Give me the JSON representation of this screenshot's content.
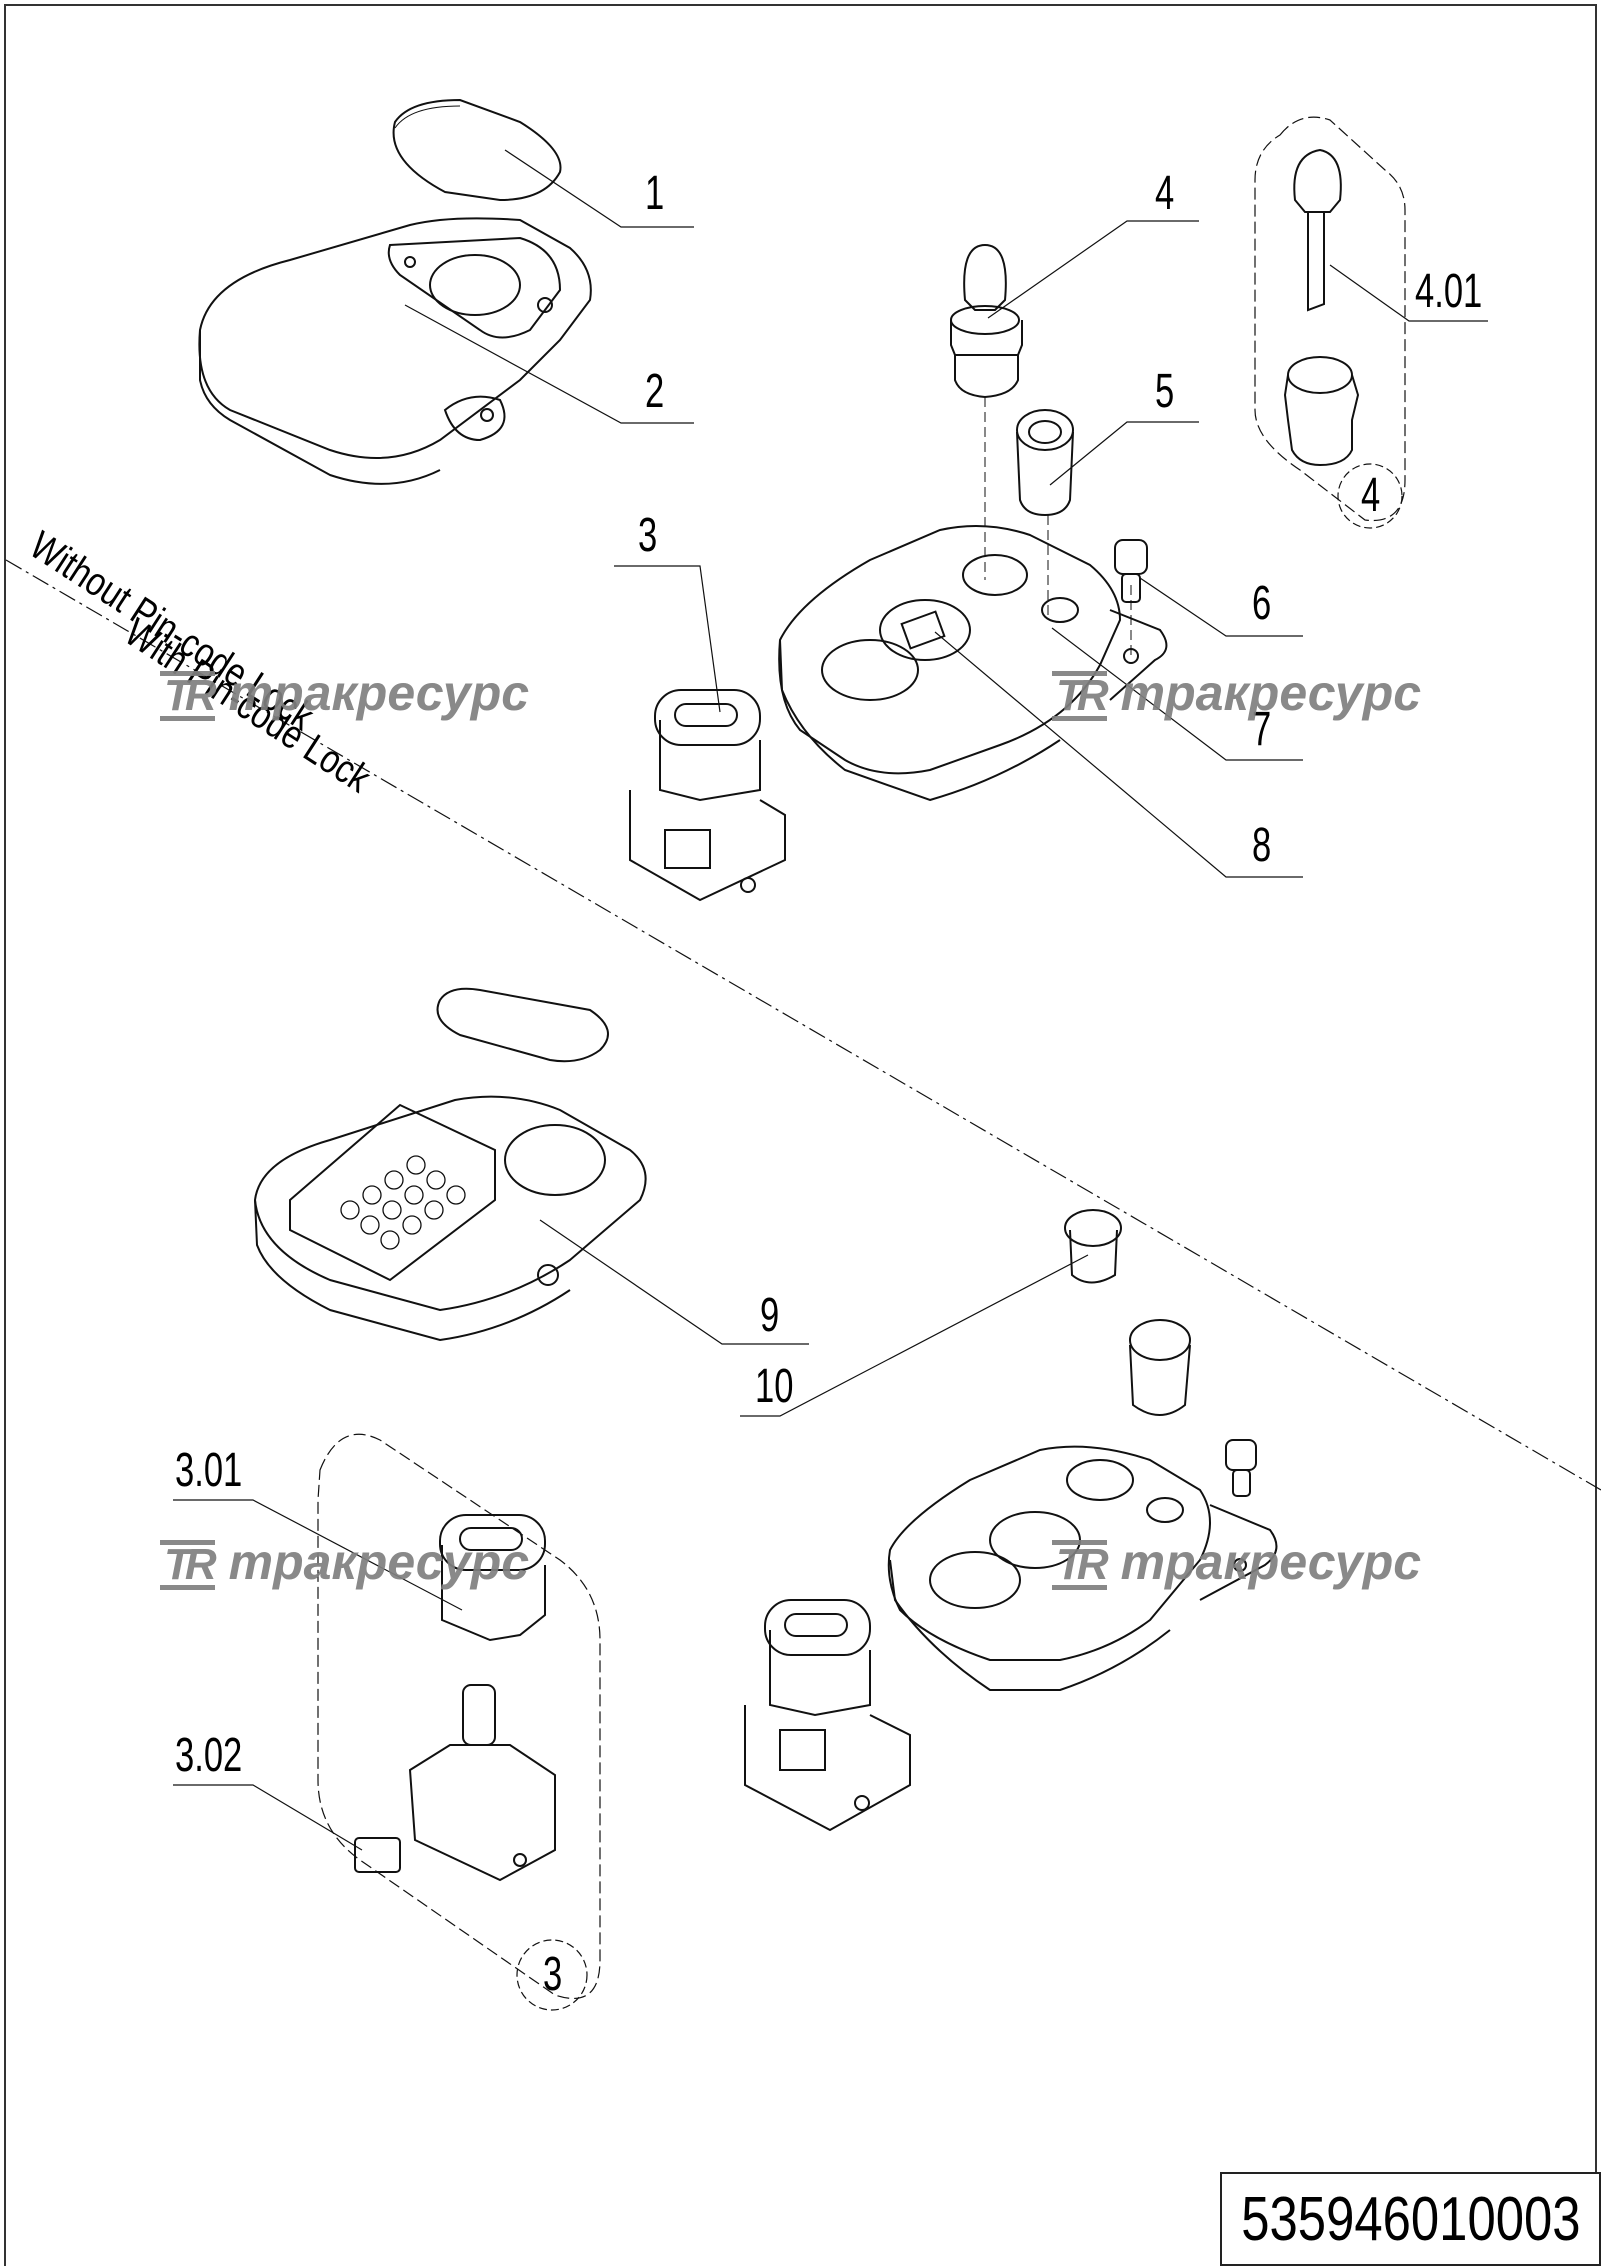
{
  "drawing": {
    "document_number": "535946010003",
    "sections": {
      "upper_label": "Without Pin-code Lock",
      "lower_label": "With Pin-code Lock"
    },
    "watermark": {
      "logo": "TR",
      "text": "тракресурс"
    },
    "callouts": [
      {
        "id": "1",
        "part": "cover-plate-top"
      },
      {
        "id": "2",
        "part": "housing-without-pin-code"
      },
      {
        "id": "3",
        "part": "switch-assembly"
      },
      {
        "id": "4",
        "part": "key-lock-cylinder"
      },
      {
        "id": "4.01",
        "part": "key"
      },
      {
        "id": "5",
        "part": "socket-with-cap"
      },
      {
        "id": "6",
        "part": "screw"
      },
      {
        "id": "7",
        "part": "base-plate"
      },
      {
        "id": "8",
        "part": "fingerprint-sensor"
      },
      {
        "id": "9",
        "part": "housing-with-pin-code-keypad"
      },
      {
        "id": "10",
        "part": "plug"
      },
      {
        "id": "3.01",
        "part": "switch-top"
      },
      {
        "id": "3.02",
        "part": "switch-label"
      }
    ],
    "group_markers": [
      {
        "id": "4",
        "group": "key-lock-kit"
      },
      {
        "id": "3",
        "group": "switch-kit"
      }
    ]
  }
}
